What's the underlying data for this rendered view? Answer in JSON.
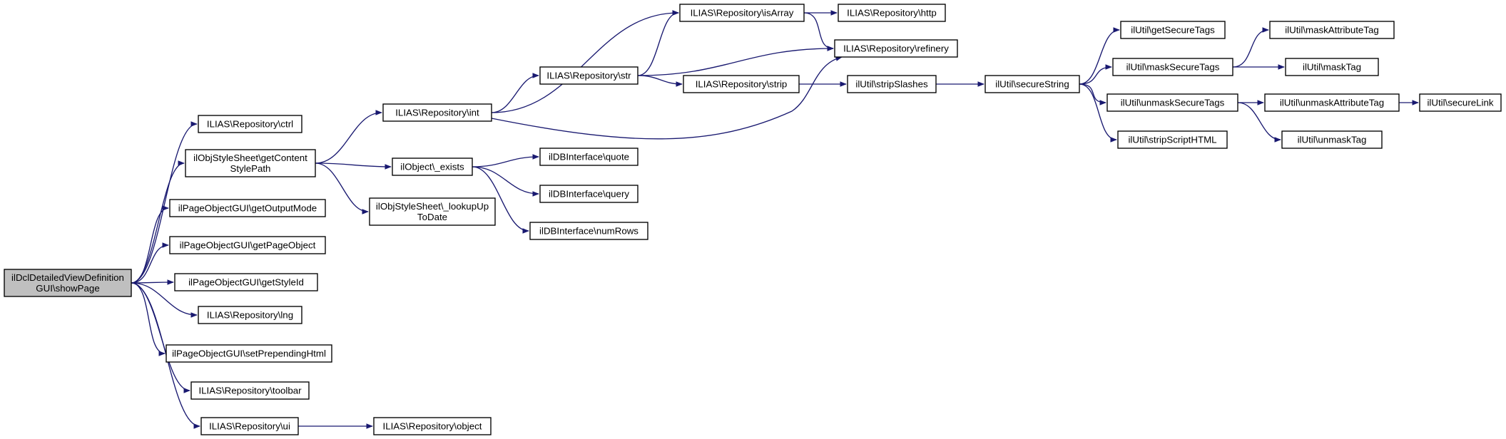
{
  "graph": {
    "colors": {
      "edge": "#191970",
      "root_fill": "#bfbfbf",
      "node_fill": "#ffffff",
      "border": "#000000"
    },
    "nodes": [
      {
        "id": "root",
        "lines": [
          "ilDclDetailedViewDefinition",
          "GUI\\showPage"
        ]
      },
      {
        "id": "ctrl",
        "lines": [
          "ILIAS\\Repository\\ctrl"
        ]
      },
      {
        "id": "getContentStylePath",
        "lines": [
          "ilObjStyleSheet\\getContent",
          "StylePath"
        ]
      },
      {
        "id": "getOutputMode",
        "lines": [
          "ilPageObjectGUI\\getOutputMode"
        ]
      },
      {
        "id": "getPageObject",
        "lines": [
          "ilPageObjectGUI\\getPageObject"
        ]
      },
      {
        "id": "getStyleId",
        "lines": [
          "ilPageObjectGUI\\getStyleId"
        ]
      },
      {
        "id": "lng",
        "lines": [
          "ILIAS\\Repository\\lng"
        ]
      },
      {
        "id": "setPrependingHtml",
        "lines": [
          "ilPageObjectGUI\\setPrependingHtml"
        ]
      },
      {
        "id": "toolbar",
        "lines": [
          "ILIAS\\Repository\\toolbar"
        ]
      },
      {
        "id": "ui",
        "lines": [
          "ILIAS\\Repository\\ui"
        ]
      },
      {
        "id": "int",
        "lines": [
          "ILIAS\\Repository\\int"
        ]
      },
      {
        "id": "exists",
        "lines": [
          "ilObject\\_exists"
        ]
      },
      {
        "id": "lookupUpToDate",
        "lines": [
          "ilObjStyleSheet\\_lookupUp",
          "ToDate"
        ]
      },
      {
        "id": "object",
        "lines": [
          "ILIAS\\Repository\\object"
        ]
      },
      {
        "id": "isArray",
        "lines": [
          "ILIAS\\Repository\\isArray"
        ]
      },
      {
        "id": "str",
        "lines": [
          "ILIAS\\Repository\\str"
        ]
      },
      {
        "id": "refinery",
        "lines": [
          "ILIAS\\Repository\\refinery"
        ]
      },
      {
        "id": "quote",
        "lines": [
          "ilDBInterface\\quote"
        ]
      },
      {
        "id": "query",
        "lines": [
          "ilDBInterface\\query"
        ]
      },
      {
        "id": "numRows",
        "lines": [
          "ilDBInterface\\numRows"
        ]
      },
      {
        "id": "http",
        "lines": [
          "ILIAS\\Repository\\http"
        ]
      },
      {
        "id": "strip",
        "lines": [
          "ILIAS\\Repository\\strip"
        ]
      },
      {
        "id": "stripSlashes",
        "lines": [
          "ilUtil\\stripSlashes"
        ]
      },
      {
        "id": "secureString",
        "lines": [
          "ilUtil\\secureString"
        ]
      },
      {
        "id": "getSecureTags",
        "lines": [
          "ilUtil\\getSecureTags"
        ]
      },
      {
        "id": "maskSecureTags",
        "lines": [
          "ilUtil\\maskSecureTags"
        ]
      },
      {
        "id": "unmaskSecureTags",
        "lines": [
          "ilUtil\\unmaskSecureTags"
        ]
      },
      {
        "id": "stripScriptHTML",
        "lines": [
          "ilUtil\\stripScriptHTML"
        ]
      },
      {
        "id": "maskAttributeTag",
        "lines": [
          "ilUtil\\maskAttributeTag"
        ]
      },
      {
        "id": "maskTag",
        "lines": [
          "ilUtil\\maskTag"
        ]
      },
      {
        "id": "unmaskAttributeTag",
        "lines": [
          "ilUtil\\unmaskAttributeTag"
        ]
      },
      {
        "id": "unmaskTag",
        "lines": [
          "ilUtil\\unmaskTag"
        ]
      },
      {
        "id": "secureLink",
        "lines": [
          "ilUtil\\secureLink"
        ]
      }
    ],
    "edges": [
      [
        "root",
        "ctrl"
      ],
      [
        "root",
        "getContentStylePath"
      ],
      [
        "root",
        "getOutputMode"
      ],
      [
        "root",
        "getPageObject"
      ],
      [
        "root",
        "getStyleId"
      ],
      [
        "root",
        "lng"
      ],
      [
        "root",
        "setPrependingHtml"
      ],
      [
        "root",
        "toolbar"
      ],
      [
        "root",
        "ui"
      ],
      [
        "getContentStylePath",
        "int"
      ],
      [
        "getContentStylePath",
        "exists"
      ],
      [
        "getContentStylePath",
        "lookupUpToDate"
      ],
      [
        "ui",
        "object"
      ],
      [
        "int",
        "isArray"
      ],
      [
        "int",
        "str"
      ],
      [
        "int",
        "refinery"
      ],
      [
        "exists",
        "quote"
      ],
      [
        "exists",
        "query"
      ],
      [
        "exists",
        "numRows"
      ],
      [
        "str",
        "isArray"
      ],
      [
        "str",
        "refinery"
      ],
      [
        "str",
        "strip"
      ],
      [
        "isArray",
        "http"
      ],
      [
        "isArray",
        "refinery"
      ],
      [
        "strip",
        "stripSlashes"
      ],
      [
        "stripSlashes",
        "secureString"
      ],
      [
        "secureString",
        "getSecureTags"
      ],
      [
        "secureString",
        "maskSecureTags"
      ],
      [
        "secureString",
        "unmaskSecureTags"
      ],
      [
        "secureString",
        "stripScriptHTML"
      ],
      [
        "maskSecureTags",
        "maskAttributeTag"
      ],
      [
        "maskSecureTags",
        "maskTag"
      ],
      [
        "unmaskSecureTags",
        "unmaskAttributeTag"
      ],
      [
        "unmaskSecureTags",
        "unmaskTag"
      ],
      [
        "unmaskAttributeTag",
        "secureLink"
      ]
    ]
  }
}
